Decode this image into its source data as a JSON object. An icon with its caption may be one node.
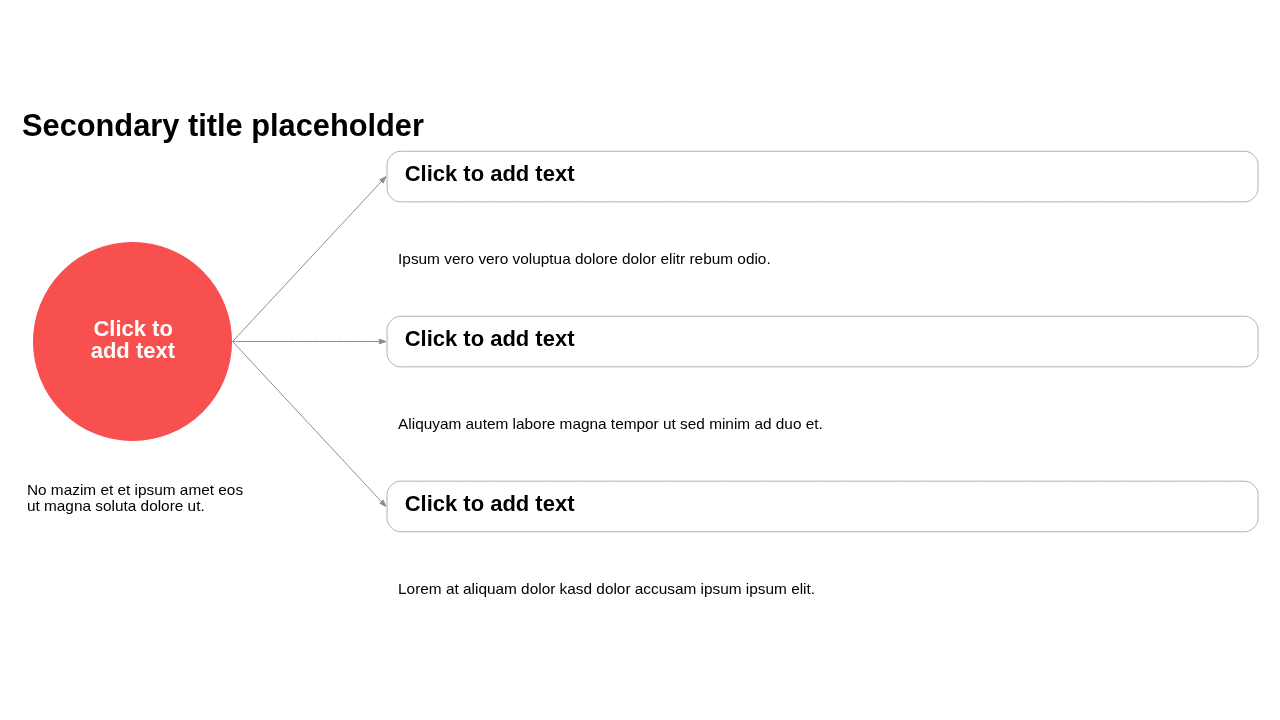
{
  "diagram": {
    "title": "Secondary title placeholder",
    "nodes": [
      {
        "text": [
          "Click to add text"
        ],
        "beside": [
          "No mazim et et ipsum amet eos ut magna soluta dolore ut."
        ]
      },
      {
        "text": [
          "Click to add text"
        ],
        "beside": [
          "Ipsum vero vero voluptua dolore dolor elitr rebum odio."
        ]
      },
      {
        "text": [
          "Click to add text"
        ],
        "beside": [
          "Aliquyam autem labore magna tempor ut sed minim ad duo et."
        ]
      },
      {
        "text": [
          "Click to add text"
        ],
        "beside": [
          "Lorem at aliquam dolor kasd dolor accusam ipsum ipsum elit."
        ]
      }
    ],
    "edges": [
      {
        "from": 0,
        "to": 1,
        "arrow": "to"
      },
      {
        "from": 0,
        "to": 2,
        "arrow": "to"
      },
      {
        "from": 0,
        "to": 3,
        "arrow": "to"
      }
    ]
  }
}
